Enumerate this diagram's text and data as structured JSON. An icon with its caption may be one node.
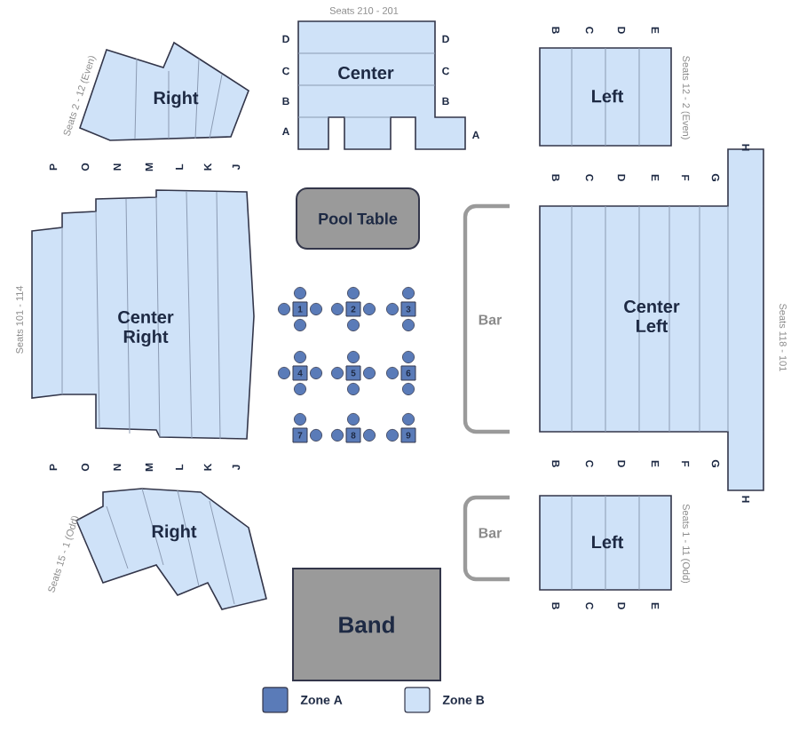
{
  "diagram": {
    "nodes": [
      {
        "text": [
          "Right"
        ]
      },
      {
        "text": [
          "Center"
        ]
      },
      {
        "text": [
          "Left"
        ]
      },
      {
        "text": [
          "Pool Table"
        ]
      },
      {
        "text": [
          "Center Right"
        ]
      },
      {
        "text": [
          "Bar"
        ]
      },
      {
        "text": [
          "Center Left"
        ]
      },
      {
        "text": [
          "1"
        ]
      },
      {
        "text": [
          "2"
        ]
      },
      {
        "text": [
          "3"
        ]
      },
      {
        "text": [
          "4"
        ]
      },
      {
        "text": [
          "5"
        ]
      },
      {
        "text": [
          "6"
        ]
      },
      {
        "text": [
          "7"
        ]
      },
      {
        "text": [
          "8"
        ]
      },
      {
        "text": [
          "9"
        ]
      },
      {
        "text": [
          "Right"
        ]
      },
      {
        "text": [
          "Bar"
        ]
      },
      {
        "text": [
          "Left"
        ]
      },
      {
        "text": [
          "Band"
        ]
      }
    ],
    "labels": [
      "Seats 210 - 201",
      "B",
      "C",
      "D",
      "E",
      "D",
      "D",
      "C",
      "C",
      "B",
      "B",
      "Seats 2 - 12 (Even)",
      "Seats 12 - 2 (Even)",
      "A",
      "A",
      "H",
      "P",
      "O",
      "N",
      "M",
      "L",
      "K",
      "J",
      "B",
      "C",
      "D",
      "E",
      "F",
      "G",
      "Seats 101 - 114",
      "Seats 118 - 101",
      "B",
      "C",
      "D",
      "E",
      "F",
      "G",
      "P",
      "O",
      "N",
      "M",
      "L",
      "K",
      "J",
      "H",
      "Seats 15 - 1 (Odd)",
      "Seats 1 - 11 (Odd)",
      "B",
      "C",
      "D",
      "E"
    ],
    "legend": [
      {
        "text": "Zone A",
        "color": "#5a7bb8"
      },
      {
        "text": "Zone B",
        "color": "#cfe2f8"
      }
    ]
  }
}
